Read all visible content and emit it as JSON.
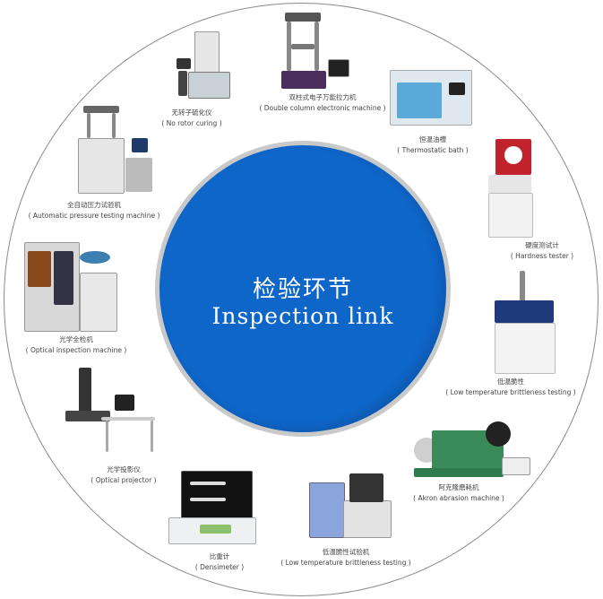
{
  "center": {
    "title_zh": "检验环节",
    "title_en": "Inspection link",
    "color": "#0f66c9"
  },
  "machines": [
    {
      "zh": "无转子硫化仪",
      "en": "( No rotor curing )"
    },
    {
      "zh": "双柱式电子万能拉力机",
      "en": "( Double column electronic  machine )"
    },
    {
      "zh": "恒温油槽",
      "en": "( Thermostatic  bath )"
    },
    {
      "zh": "硬度测试计",
      "en": "( Hardness tester )"
    },
    {
      "zh": "低温脆性",
      "en": "( Low temperature brittleness testing  )"
    },
    {
      "zh": "阿克隆磨耗机",
      "en": "( Akron abrasion machine )"
    },
    {
      "zh": "低温脆性试验机",
      "en": "( Low temperature brittleness testing  )"
    },
    {
      "zh": "比重计",
      "en": "( Densimeter )"
    },
    {
      "zh": "光学投影仪",
      "en": "( Optical projector )"
    },
    {
      "zh": "光学全检机",
      "en": "( Optical inspection machine )"
    },
    {
      "zh": "全自动压力试验机",
      "en": "( Automatic pressure testing machine )"
    }
  ]
}
